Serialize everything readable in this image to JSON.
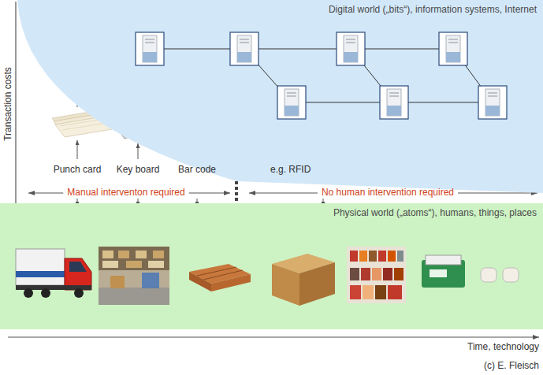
{
  "diagram": {
    "nodes": [
      {
        "text": [
          "Digital world („bits“), information systems, Internet"
        ]
      },
      {
        "text": [
          "Physical world („atoms“), humans, things, places"
        ]
      }
    ],
    "labels": [
      "Transaction costs",
      "Punch card",
      "Key board",
      "Bar code",
      "e.g. RFID",
      "Manual interventon required",
      "No human intervention required",
      "Time, technology",
      "(c) E. Fleisch"
    ]
  }
}
